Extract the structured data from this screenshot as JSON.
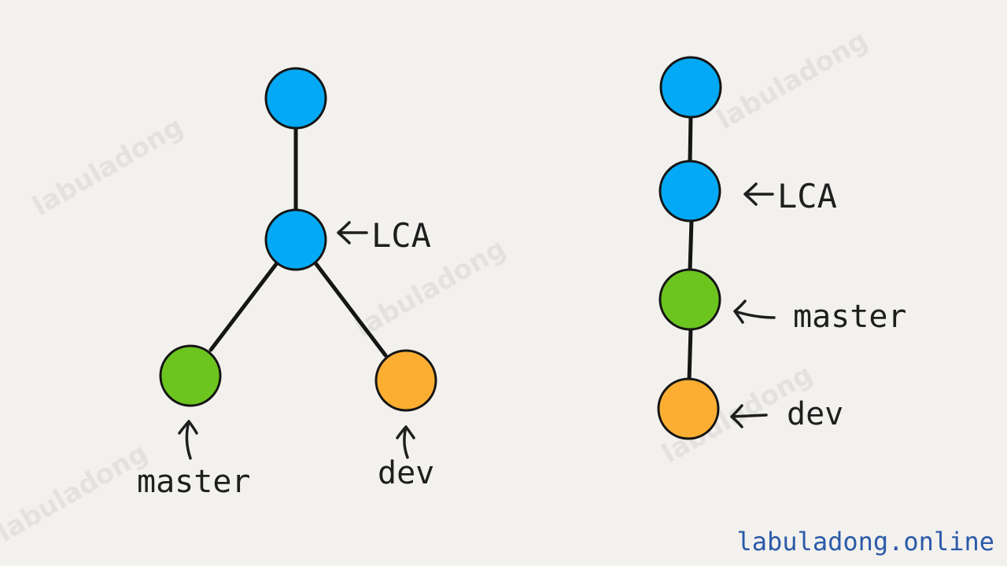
{
  "colors": {
    "blue_node": "#03a9f4",
    "green_node": "#6cc51f",
    "orange_node": "#fbae32",
    "edge": "#151515",
    "url_text": "#2b5aa8"
  },
  "watermark": "labuladong",
  "site_url": "labuladong.online",
  "left_tree": {
    "lca_label": "LCA",
    "master_label": "master",
    "dev_label": "dev",
    "nodes": [
      {
        "role": "root",
        "color": "blue"
      },
      {
        "role": "lca",
        "color": "blue"
      },
      {
        "role": "master",
        "color": "green"
      },
      {
        "role": "dev",
        "color": "orange"
      }
    ]
  },
  "right_chain": {
    "lca_label": "LCA",
    "master_label": "master",
    "dev_label": "dev",
    "nodes": [
      {
        "role": "root",
        "color": "blue"
      },
      {
        "role": "lca",
        "color": "blue"
      },
      {
        "role": "master",
        "color": "green"
      },
      {
        "role": "dev",
        "color": "orange"
      }
    ]
  }
}
